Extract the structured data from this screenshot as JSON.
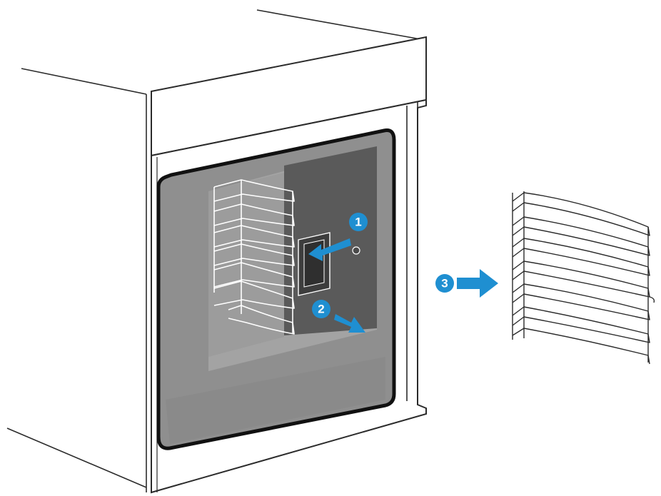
{
  "figure": {
    "description_free": true,
    "steps": [
      {
        "number": "1"
      },
      {
        "number": "2"
      },
      {
        "number": "3"
      }
    ]
  },
  "colors": {
    "line": "#2b2b2b",
    "cavity": "#8f8f8f",
    "cavity_back": "#a9a9a9",
    "panel": "#4a4a4a",
    "accent": "#1f8fd1",
    "background": "#ffffff"
  }
}
